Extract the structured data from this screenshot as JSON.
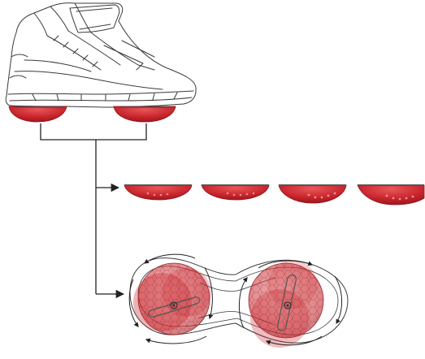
{
  "colors": {
    "pod_red": "#c8242b",
    "pod_dark": "#8f141a",
    "pod_highlight": "#e8575b",
    "line": "#222222",
    "sketch": "#3a3a3a",
    "disc_fill": "#d9414a",
    "plate_stroke": "#555555"
  },
  "diagram": {
    "shoe_sketch": "sneaker-outline",
    "sole_pods_under_shoe": 2,
    "detached_pods": 4,
    "rotating_discs": 2,
    "arrow_heads": 2
  }
}
